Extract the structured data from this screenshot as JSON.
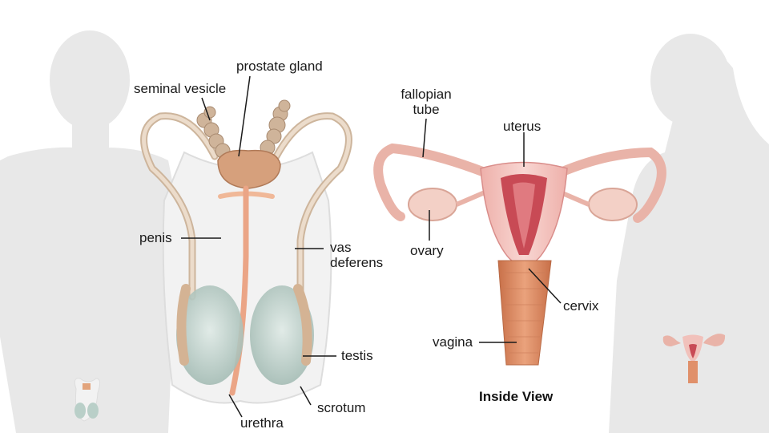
{
  "male_labels": {
    "prostate_gland": "prostate gland",
    "seminal_vesicle": "seminal vesicle",
    "penis": "penis",
    "vas_deferens_line1": "vas",
    "vas_deferens_line2": "deferens",
    "testis": "testis",
    "scrotum": "scrotum",
    "urethra": "urethra"
  },
  "female_labels": {
    "fallopian_tube_line1": "fallopian",
    "fallopian_tube_line2": "tube",
    "uterus": "uterus",
    "ovary": "ovary",
    "cervix": "cervix",
    "vagina": "vagina",
    "inside_view": "Inside View"
  },
  "colors": {
    "silhouette": "#e6e6e6",
    "tube": "#d9c3ad",
    "prostate": "#d9a07a",
    "testis": "#b9cfc8",
    "epididymis": "#d8b79a",
    "uterus_outer": "#f3c8c4",
    "uterus_inner": "#c4454f",
    "vagina": "#e0906a",
    "leader_line": "#1a1a1a"
  }
}
